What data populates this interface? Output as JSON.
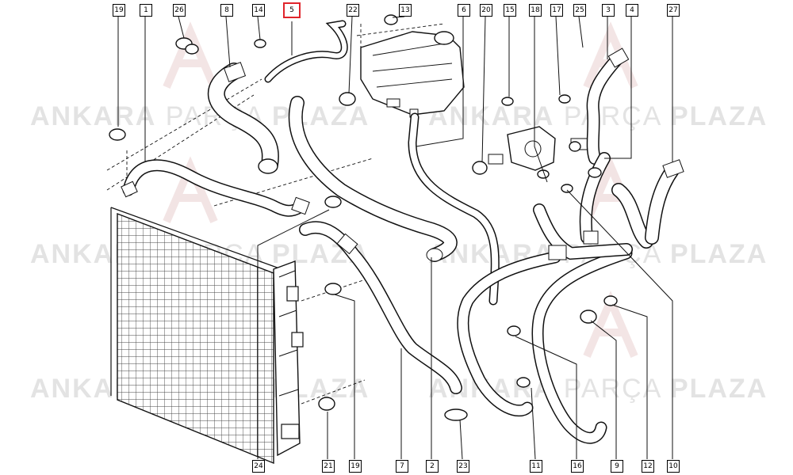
{
  "watermark": {
    "left_bold": "ANKARA",
    "middle": "PARÇA",
    "right_bold": "PLAZA"
  },
  "callouts_top": [
    {
      "label": "19"
    },
    {
      "label": "1"
    },
    {
      "label": "26"
    },
    {
      "label": "8"
    },
    {
      "label": "14"
    },
    {
      "label": "5",
      "highlighted": true
    },
    {
      "label": "22"
    },
    {
      "label": "13"
    },
    {
      "label": "6"
    },
    {
      "label": "20"
    },
    {
      "label": "15"
    },
    {
      "label": "18"
    },
    {
      "label": "17"
    },
    {
      "label": "25"
    },
    {
      "label": "3"
    },
    {
      "label": "4"
    },
    {
      "label": "27"
    }
  ],
  "callouts_bottom": [
    {
      "label": "24"
    },
    {
      "label": "21"
    },
    {
      "label": "19"
    },
    {
      "label": "7"
    },
    {
      "label": "2"
    },
    {
      "label": "23"
    },
    {
      "label": "11"
    },
    {
      "label": "16"
    },
    {
      "label": "9"
    },
    {
      "label": "12"
    },
    {
      "label": "10"
    }
  ],
  "colors": {
    "highlight": "#e0242b",
    "line": "#111111",
    "watermark": "#e3e3e3"
  }
}
